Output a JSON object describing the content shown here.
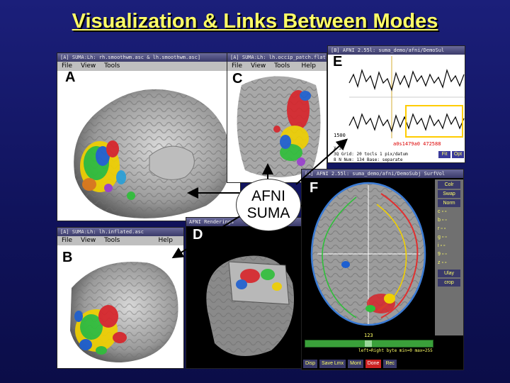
{
  "slide": {
    "title": "Visualization & Links Between Modes"
  },
  "panels": {
    "a": {
      "label": "A",
      "titlebar": "[A] SUMA:Lh: rh.smoothwm.asc & lh.smoothwm.asc]",
      "menu": [
        "File",
        "View",
        "Tools"
      ]
    },
    "b": {
      "label": "B",
      "titlebar": "[A] SUMA:Lh: lh.inflated.asc",
      "menu": [
        "File",
        "View",
        "Tools"
      ],
      "help": "Help"
    },
    "c": {
      "label": "C",
      "titlebar": "[A] SUMA:Lh: lh.occip_patch.flat.asc",
      "menu": [
        "File",
        "View",
        "Tools"
      ],
      "help": "Help"
    },
    "d": {
      "label": "D",
      "titlebar": "AFNI Renderings"
    },
    "e": {
      "label": "E",
      "titlebar": "[B] AFNI 2.55l: suma_demo/afni/DemoSul",
      "axis_value": "1500",
      "coord_readout": "a0s1479a0 472588",
      "info_lines": [
        "X  3Q",
        "3Q Grid:  20 tocls  1 pix/datum",
        "8  N  Num:  134 Base: separate"
      ],
      "buttons": [
        "Fit",
        "Opt"
      ]
    },
    "f": {
      "label": "F",
      "titlebar": "[A] AFNI 2.55l: suma_demo/afni/DemoSubj SurfVol",
      "side_buttons": [
        "Colr",
        "Swap",
        "Norm"
      ],
      "pad_letters": [
        "c",
        "b",
        "r",
        "g",
        "i",
        "9",
        "z"
      ],
      "side_buttons_bottom": [
        "Ulay",
        "crop"
      ],
      "slider_value": "123",
      "status_text": "left=Right  byte  min=0  max=255",
      "bottom_buttons": [
        "Disp",
        "Save Lmx",
        "Mont",
        "Done",
        "Rec"
      ]
    }
  },
  "center": {
    "line1": "AFNI",
    "line2": "SUMA"
  },
  "colors": {
    "title": "#ffff66",
    "background": "#14176a",
    "accent": "#ffff00"
  }
}
